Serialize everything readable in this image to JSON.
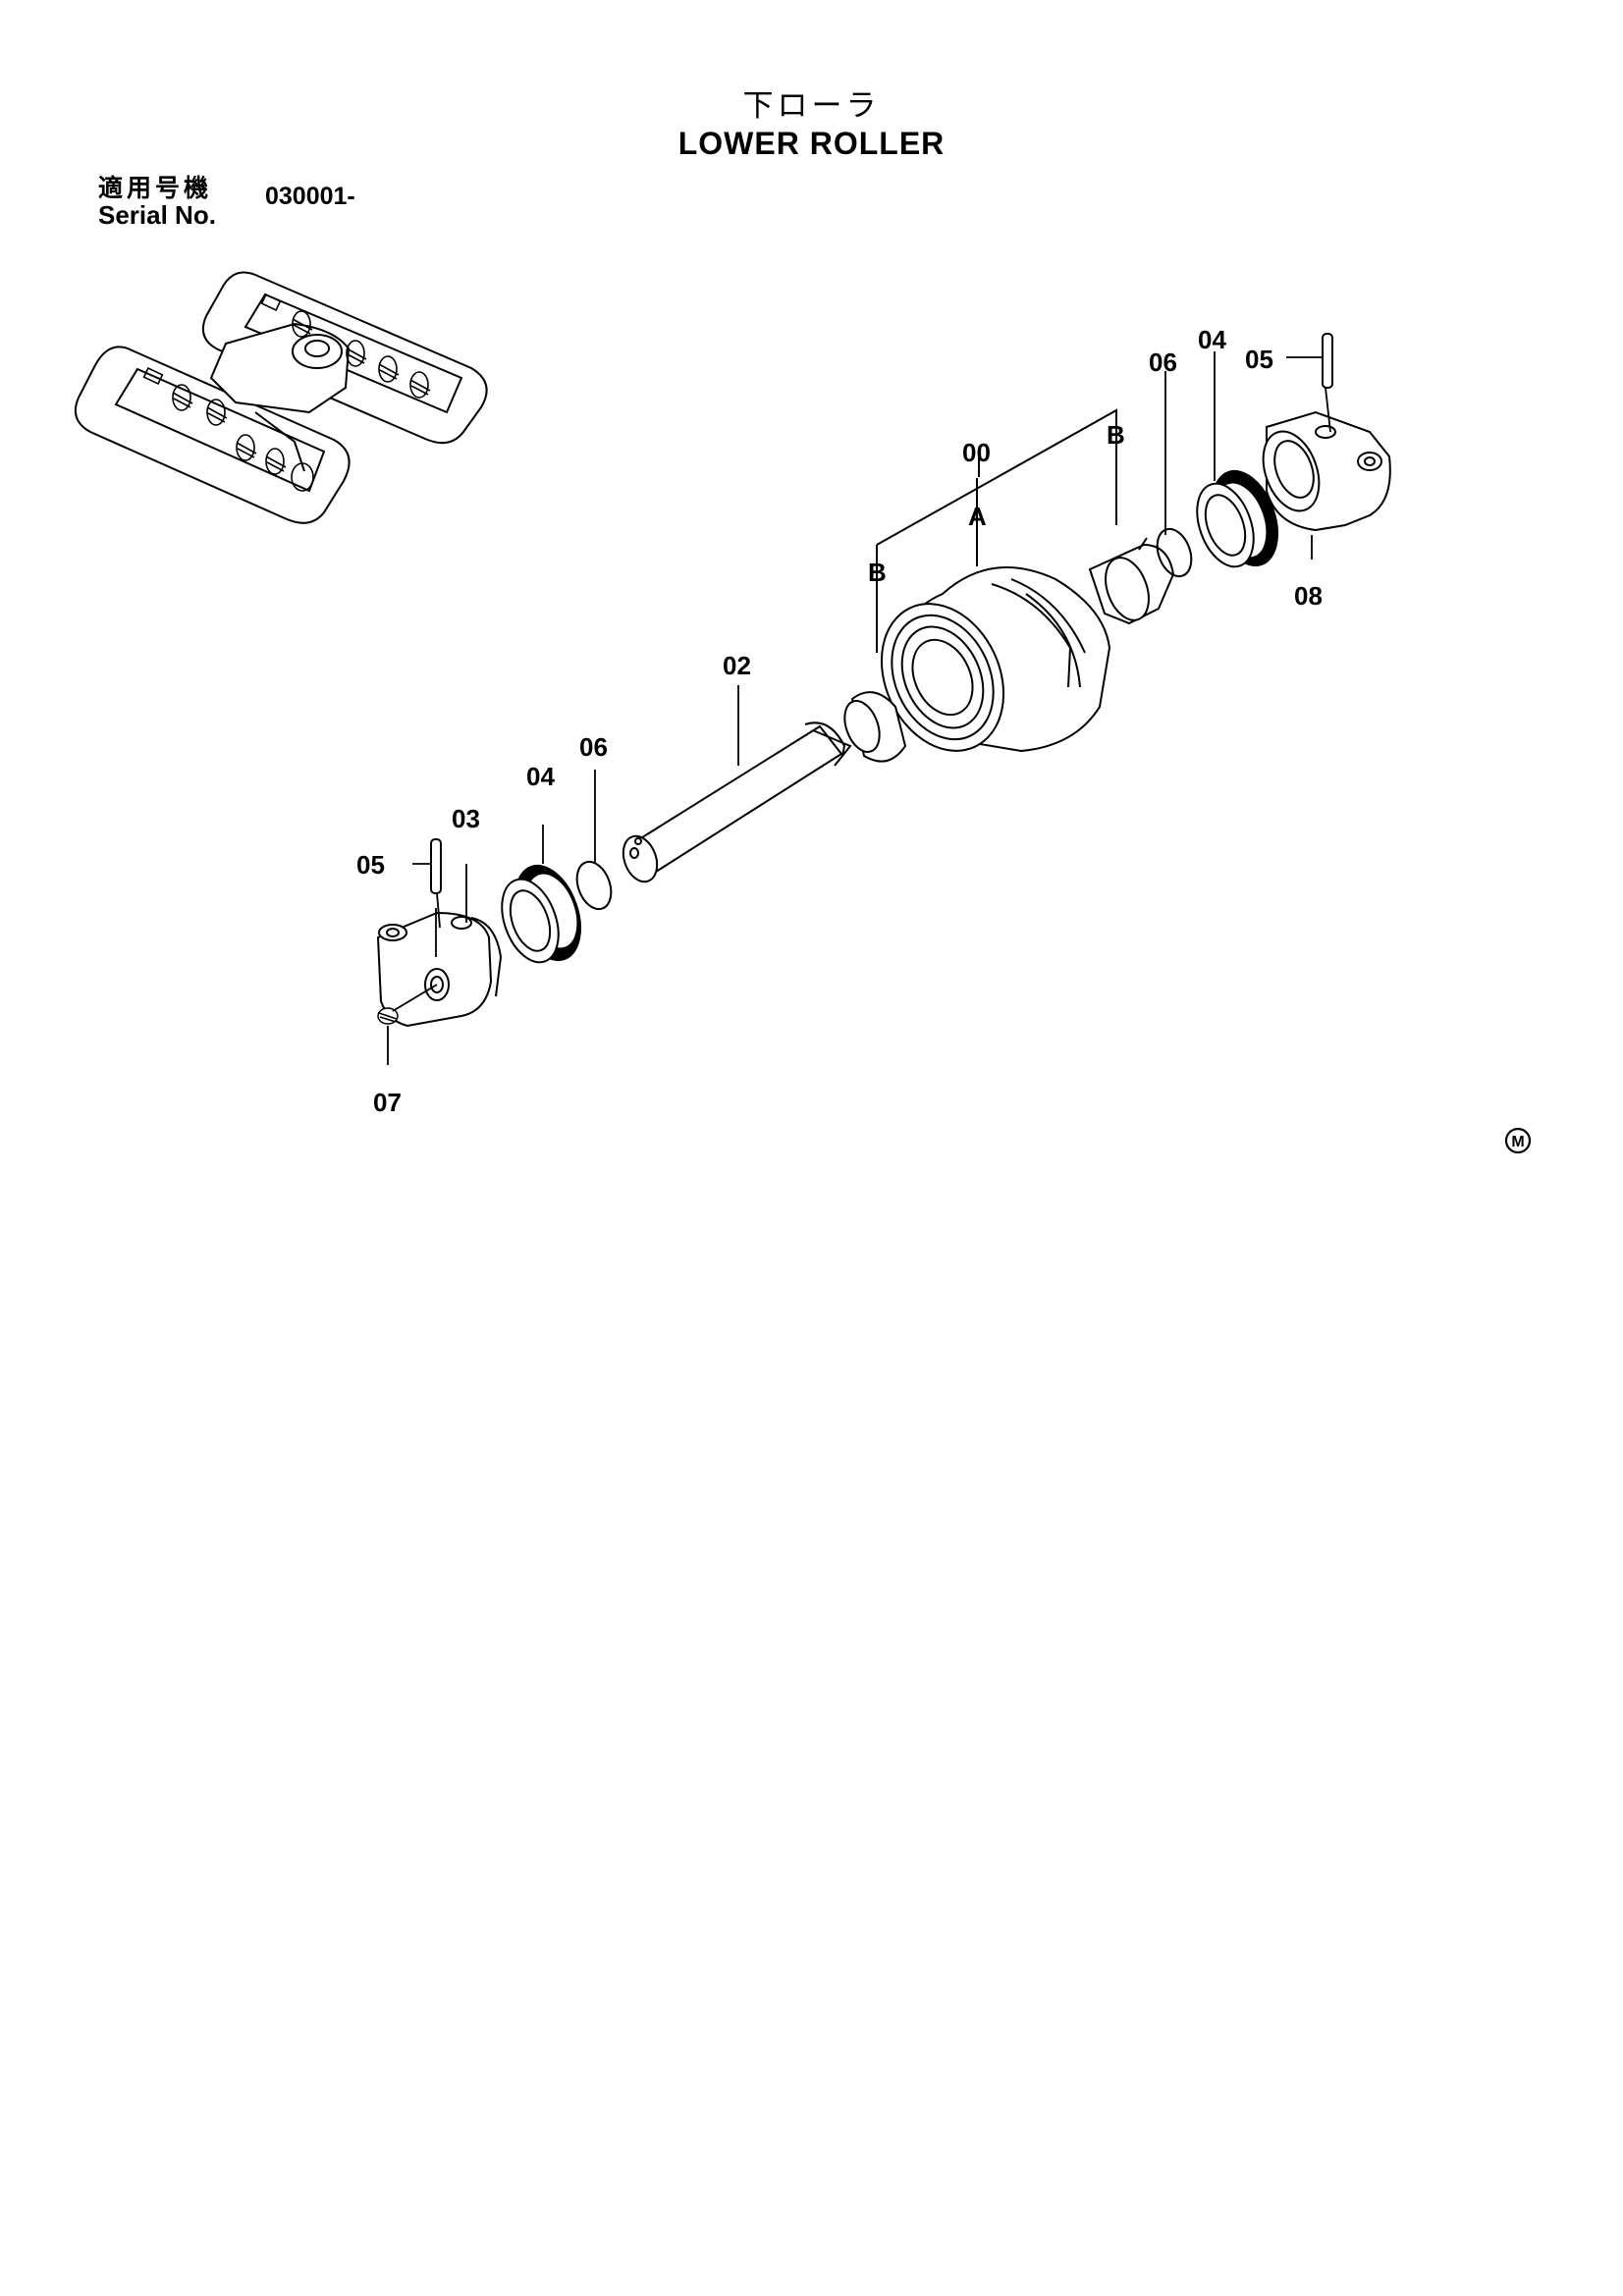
{
  "title": {
    "japanese": "下ローラ",
    "english": "LOWER ROLLER"
  },
  "serial": {
    "label_japanese": "適用号機",
    "label_english": "Serial No.",
    "value": "030001-"
  },
  "callouts": {
    "c00": "00",
    "A": "A",
    "B_left": "B",
    "B_right": "B",
    "c02": "02",
    "c03": "03",
    "c04_left": "04",
    "c04_right": "04",
    "c05_left": "05",
    "c05_right": "05",
    "c06_left": "06",
    "c06_right": "06",
    "c07": "07",
    "c08": "08"
  },
  "mark": "M"
}
